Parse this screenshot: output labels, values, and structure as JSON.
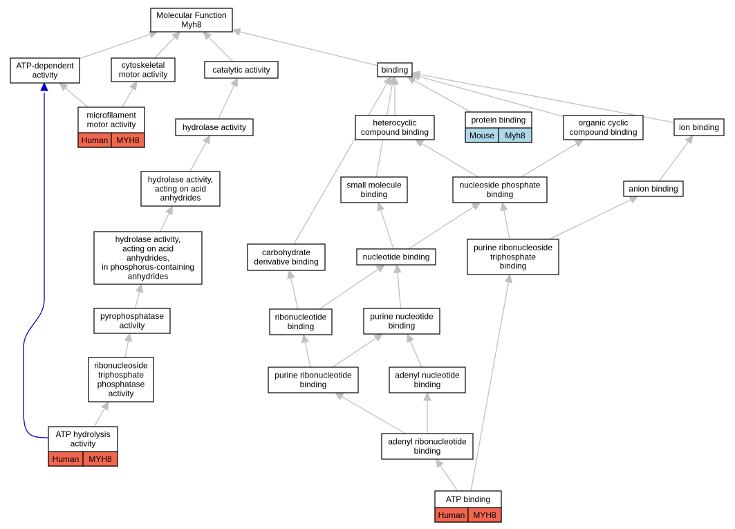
{
  "colors": {
    "edge": "#c0c0c0",
    "highlight_edge": "#0000cc",
    "human_fill": "#f0664f",
    "mouse_fill": "#add8e6",
    "node_stroke": "#000000"
  },
  "nodes": [
    {
      "id": "molecular-function",
      "lines": [
        "Molecular Function",
        "Myh8"
      ]
    },
    {
      "id": "atp-dependent-activity",
      "lines": [
        "ATP-dependent",
        "activity"
      ]
    },
    {
      "id": "cytoskeletal-motor-activity",
      "lines": [
        "cytoskeletal",
        "motor activity"
      ]
    },
    {
      "id": "catalytic-activity",
      "lines": [
        "catalytic activity"
      ]
    },
    {
      "id": "binding",
      "lines": [
        "binding"
      ]
    },
    {
      "id": "microfilament-motor-activity",
      "lines": [
        "microfilament",
        "motor activity"
      ],
      "tags": [
        {
          "label": "Human",
          "kind": "human"
        },
        {
          "label": "MYH8",
          "kind": "human"
        }
      ]
    },
    {
      "id": "hydrolase-activity",
      "lines": [
        "hydrolase activity"
      ]
    },
    {
      "id": "heterocyclic-compound-binding",
      "lines": [
        "heterocyclic",
        "compound binding"
      ]
    },
    {
      "id": "protein-binding",
      "lines": [
        "protein binding"
      ],
      "tags": [
        {
          "label": "Mouse",
          "kind": "mouse"
        },
        {
          "label": "Myh8",
          "kind": "mouse"
        }
      ]
    },
    {
      "id": "organic-cyclic-compound-binding",
      "lines": [
        "organic cyclic",
        "compound binding"
      ]
    },
    {
      "id": "ion-binding",
      "lines": [
        "ion binding"
      ]
    },
    {
      "id": "hydrolase-acid-anhydrides",
      "lines": [
        "hydrolase activity,",
        "acting on acid",
        "anhydrides"
      ]
    },
    {
      "id": "small-molecule-binding",
      "lines": [
        "small molecule",
        "binding"
      ]
    },
    {
      "id": "nucleoside-phosphate-binding",
      "lines": [
        "nucleoside phosphate",
        "binding"
      ]
    },
    {
      "id": "anion-binding",
      "lines": [
        "anion binding"
      ]
    },
    {
      "id": "hydrolase-phosphorus-anhydrides",
      "lines": [
        "hydrolase activity,",
        "acting on acid",
        "anhydrides,",
        "in phosphorus-containing",
        "anhydrides"
      ]
    },
    {
      "id": "carbohydrate-derivative-binding",
      "lines": [
        "carbohydrate",
        "derivative binding"
      ]
    },
    {
      "id": "nucleotide-binding",
      "lines": [
        "nucleotide binding"
      ]
    },
    {
      "id": "purine-ribonucleoside-triphosphate-binding",
      "lines": [
        "purine ribonucleoside",
        "triphosphate",
        "binding"
      ]
    },
    {
      "id": "pyrophosphatase-activity",
      "lines": [
        "pyrophosphatase",
        "activity"
      ]
    },
    {
      "id": "ribonucleotide-binding",
      "lines": [
        "ribonucleotide",
        "binding"
      ]
    },
    {
      "id": "purine-nucleotide-binding",
      "lines": [
        "purine nucleotide",
        "binding"
      ]
    },
    {
      "id": "ribonucleoside-triphosphate-phosphatase",
      "lines": [
        "ribonucleoside",
        "triphosphate",
        "phosphatase",
        "activity"
      ]
    },
    {
      "id": "purine-ribonucleotide-binding",
      "lines": [
        "purine ribonucleotide",
        "binding"
      ]
    },
    {
      "id": "adenyl-nucleotide-binding",
      "lines": [
        "adenyl nucleotide",
        "binding"
      ]
    },
    {
      "id": "atp-hydrolysis-activity",
      "lines": [
        "ATP hydrolysis",
        "activity"
      ],
      "tags": [
        {
          "label": "Human",
          "kind": "human"
        },
        {
          "label": "MYH8",
          "kind": "human"
        }
      ]
    },
    {
      "id": "adenyl-ribonucleotide-binding",
      "lines": [
        "adenyl ribonucleotide",
        "binding"
      ]
    },
    {
      "id": "atp-binding",
      "lines": [
        "ATP binding"
      ],
      "tags": [
        {
          "label": "Human",
          "kind": "human"
        },
        {
          "label": "MYH8",
          "kind": "human"
        }
      ]
    }
  ],
  "edges": [
    {
      "from": "atp-dependent-activity",
      "to": "molecular-function"
    },
    {
      "from": "cytoskeletal-motor-activity",
      "to": "molecular-function"
    },
    {
      "from": "catalytic-activity",
      "to": "molecular-function"
    },
    {
      "from": "binding",
      "to": "molecular-function"
    },
    {
      "from": "microfilament-motor-activity",
      "to": "atp-dependent-activity"
    },
    {
      "from": "microfilament-motor-activity",
      "to": "cytoskeletal-motor-activity"
    },
    {
      "from": "hydrolase-activity",
      "to": "catalytic-activity"
    },
    {
      "from": "hydrolase-acid-anhydrides",
      "to": "hydrolase-activity"
    },
    {
      "from": "hydrolase-phosphorus-anhydrides",
      "to": "hydrolase-acid-anhydrides"
    },
    {
      "from": "pyrophosphatase-activity",
      "to": "hydrolase-phosphorus-anhydrides"
    },
    {
      "from": "ribonucleoside-triphosphate-phosphatase",
      "to": "pyrophosphatase-activity"
    },
    {
      "from": "atp-hydrolysis-activity",
      "to": "ribonucleoside-triphosphate-phosphatase"
    },
    {
      "from": "atp-hydrolysis-activity",
      "to": "atp-dependent-activity",
      "highlight": true
    },
    {
      "from": "heterocyclic-compound-binding",
      "to": "binding"
    },
    {
      "from": "protein-binding",
      "to": "binding"
    },
    {
      "from": "organic-cyclic-compound-binding",
      "to": "binding"
    },
    {
      "from": "ion-binding",
      "to": "binding"
    },
    {
      "from": "small-molecule-binding",
      "to": "binding"
    },
    {
      "from": "carbohydrate-derivative-binding",
      "to": "binding"
    },
    {
      "from": "nucleoside-phosphate-binding",
      "to": "heterocyclic-compound-binding"
    },
    {
      "from": "nucleoside-phosphate-binding",
      "to": "organic-cyclic-compound-binding"
    },
    {
      "from": "anion-binding",
      "to": "ion-binding"
    },
    {
      "from": "nucleotide-binding",
      "to": "small-molecule-binding"
    },
    {
      "from": "nucleotide-binding",
      "to": "nucleoside-phosphate-binding"
    },
    {
      "from": "purine-ribonucleoside-triphosphate-binding",
      "to": "nucleoside-phosphate-binding"
    },
    {
      "from": "purine-ribonucleoside-triphosphate-binding",
      "to": "anion-binding"
    },
    {
      "from": "ribonucleotide-binding",
      "to": "carbohydrate-derivative-binding"
    },
    {
      "from": "ribonucleotide-binding",
      "to": "nucleotide-binding"
    },
    {
      "from": "purine-nucleotide-binding",
      "to": "nucleotide-binding"
    },
    {
      "from": "purine-ribonucleotide-binding",
      "to": "ribonucleotide-binding"
    },
    {
      "from": "purine-ribonucleotide-binding",
      "to": "purine-nucleotide-binding"
    },
    {
      "from": "adenyl-nucleotide-binding",
      "to": "purine-nucleotide-binding"
    },
    {
      "from": "adenyl-ribonucleotide-binding",
      "to": "purine-ribonucleotide-binding"
    },
    {
      "from": "adenyl-ribonucleotide-binding",
      "to": "adenyl-nucleotide-binding"
    },
    {
      "from": "atp-binding",
      "to": "adenyl-ribonucleotide-binding"
    },
    {
      "from": "atp-binding",
      "to": "purine-ribonucleoside-triphosphate-binding"
    }
  ]
}
